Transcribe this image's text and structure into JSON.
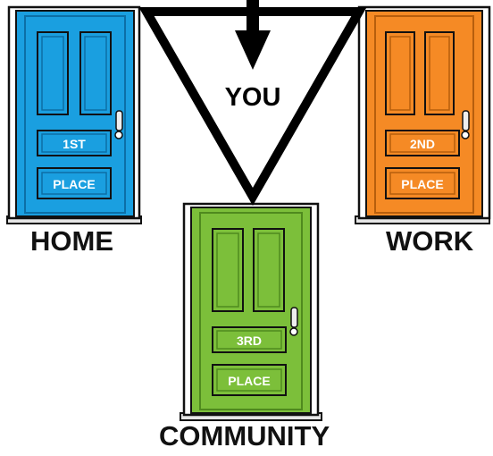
{
  "center": {
    "label": "YOU"
  },
  "doors": {
    "home": {
      "caption": "HOME",
      "panel1": "1ST",
      "panel2": "PLACE",
      "color": "#1a9fe0",
      "dark": "#0c6fa6"
    },
    "work": {
      "caption": "WORK",
      "panel1": "2ND",
      "panel2": "PLACE",
      "color": "#f58a25",
      "dark": "#b75e0d"
    },
    "community": {
      "caption": "COMMUNITY",
      "panel1": "3RD",
      "panel2": "PLACE",
      "color": "#7cbf3a",
      "dark": "#4f8a1e"
    }
  },
  "colors": {
    "outline": "#111111",
    "triangle": "#000000"
  }
}
